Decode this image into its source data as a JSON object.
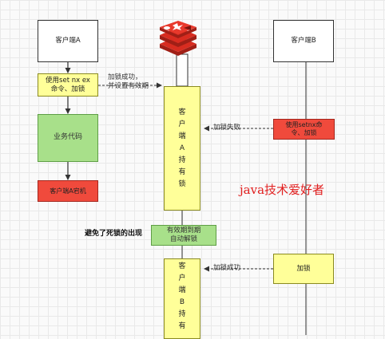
{
  "client_a": {
    "title": "客户端A",
    "setnx": "使用set nx ex\n命令、加锁",
    "business_code": "业务代码",
    "crashed": "客户端A宕机"
  },
  "client_b": {
    "title": "客户端B",
    "setnx": "使用setnx命\n令、加锁",
    "lock_success": "加锁"
  },
  "redis": {
    "logo_icon": "redis-logo-icon",
    "client_a_holds": "客户端A持有锁",
    "expire_unlock": "有效期到期\n自动解锁",
    "client_b_holds": "客户端B持有"
  },
  "messages": {
    "lock_success_a": "加锁成功，\n并设置有效期",
    "lock_failed_b": "加锁失败",
    "deadlock_avoided": "避免了死锁的出现",
    "lock_success_b": "加锁成功"
  },
  "watermark": "java技术爱好者",
  "colors": {
    "yellow": "#ffff99",
    "green": "#a8e08a",
    "red": "#f04a3c",
    "watermark": "#e22020",
    "redis_logo": "#d82c20"
  }
}
